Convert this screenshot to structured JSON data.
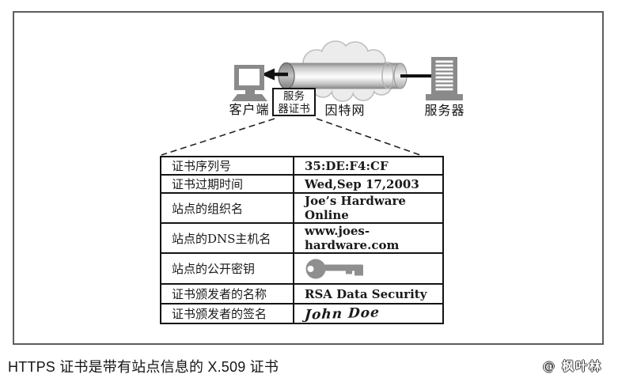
{
  "caption": "HTTPS 证书是带有站点信息的 X.509 证书",
  "watermark": "@ 枫叶林",
  "colors": {
    "icon_gray": "#8a8a8a",
    "cloud_fill": "#ececec",
    "frame_border": "#5e5e5e",
    "ink": "#141414"
  },
  "diagram": {
    "client_label": "客户端",
    "cert_box_line1": "服务",
    "cert_box_line2": "器证书",
    "internet_label": "因特网",
    "server_label": "服务器",
    "icons": {
      "client": "monitor-icon",
      "internet": "cloud-icon",
      "connection": "secure-tunnel-pipe-icon",
      "direction": "left-arrow-icon",
      "server": "server-rack-icon",
      "public_key": "key-icon"
    }
  },
  "certificate_table": {
    "rows": [
      {
        "field": "证书序列号",
        "value": "35:DE:F4:CF"
      },
      {
        "field": "证书过期时间",
        "value": "Wed,Sep 17,2003"
      },
      {
        "field": "站点的组织名",
        "value": "Joe’s Hardware Online"
      },
      {
        "field": "站点的DNS主机名",
        "value": "www.joes-hardware.com"
      },
      {
        "field": "站点的公开密钥",
        "value": "",
        "value_icon": "key-icon"
      },
      {
        "field": "证书颁发者的名称",
        "value": "RSA Data Security"
      },
      {
        "field": "证书颁发者的签名",
        "value": "John Doe",
        "value_style": "signature"
      }
    ]
  }
}
